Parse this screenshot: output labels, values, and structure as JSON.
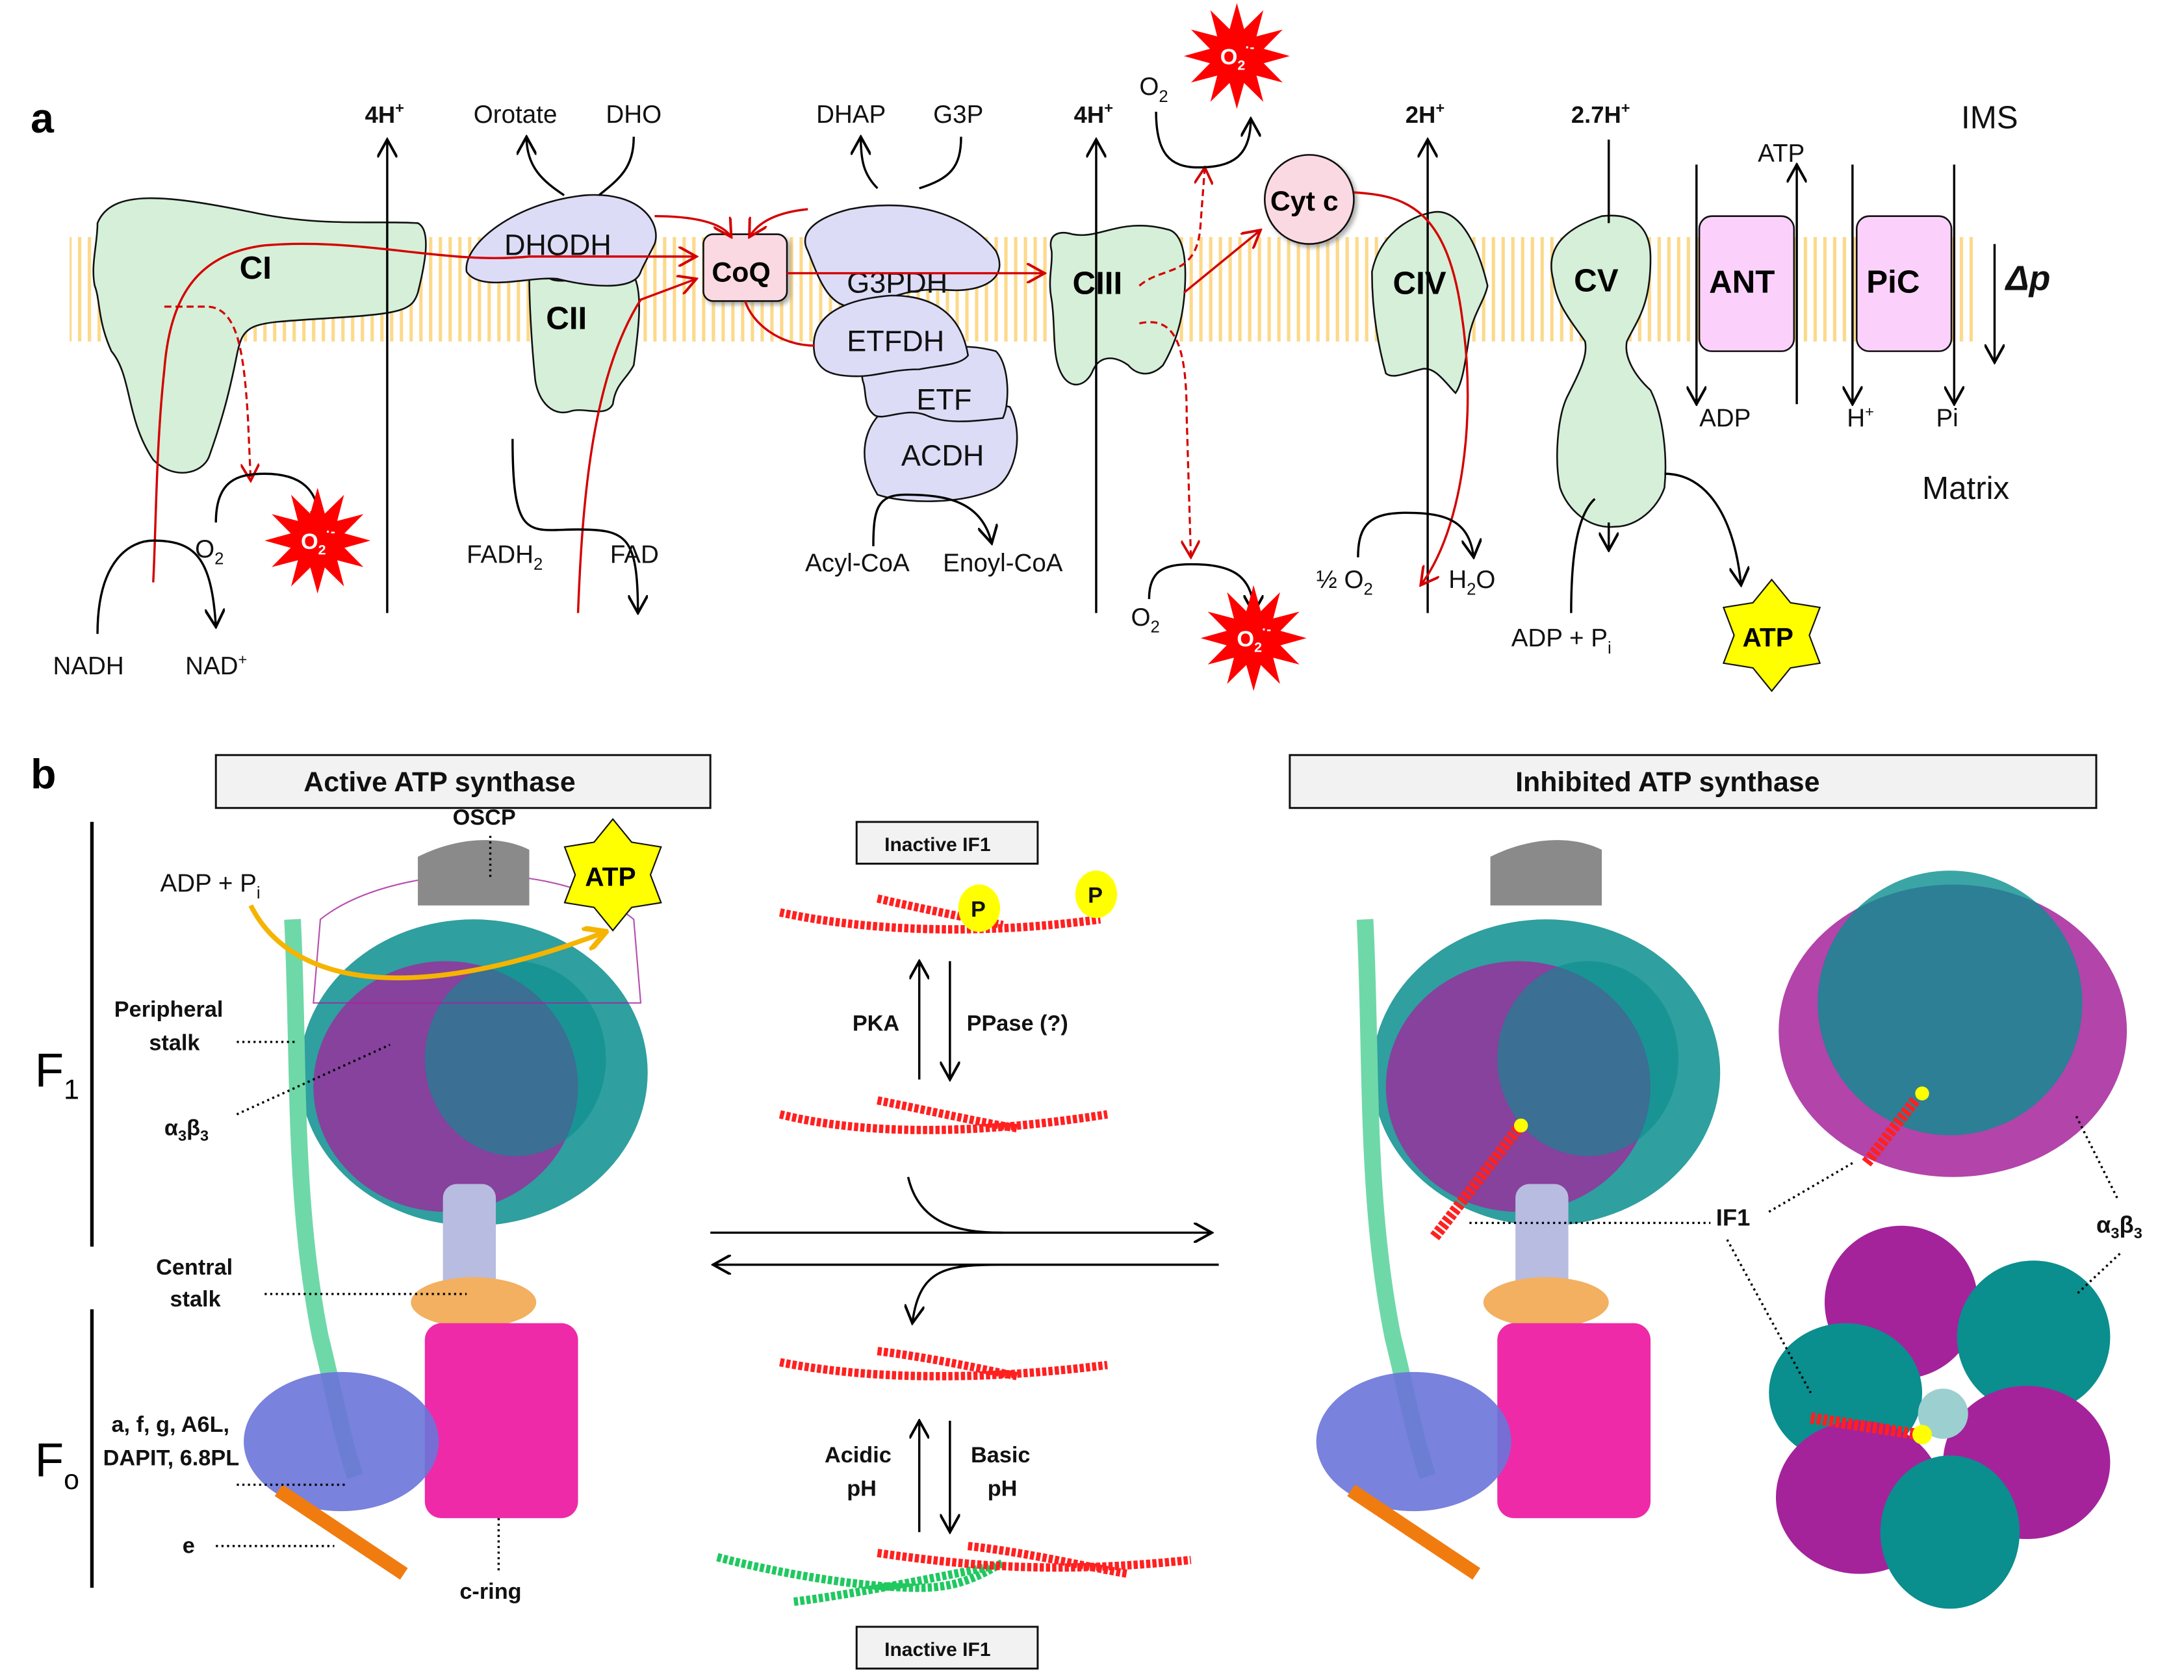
{
  "panel_a": {
    "letter": "a",
    "regions": {
      "ims": "IMS",
      "matrix": "Matrix",
      "delta_p": "Δp"
    },
    "colors": {
      "membrane": "#fcd98a",
      "complex_fill": "#d5efd8",
      "enzyme_fill": "#dcdcf7",
      "transporter_fill": "#fbd1fb",
      "coq_fill": "#fbd9e2",
      "electron_flow": "#d40000",
      "ros_burst": "#ff0000",
      "atp_star": "#ffff00"
    },
    "complexes": {
      "ci": "CI",
      "cii": "CII",
      "ciii": "CIII",
      "civ": "CIV",
      "cv": "CV",
      "ant": "ANT",
      "pic": "PiC",
      "coq": "CoQ",
      "cytc": "Cyt c"
    },
    "enzymes": {
      "dhodh": "DHODH",
      "g3pdh": "G3PDH",
      "etfdh": "ETFDH",
      "etf": "ETF",
      "acdh": "ACDH"
    },
    "proton_pumping": {
      "ci": "4H",
      "ciii": "4H",
      "civ": "2H",
      "cv": "2.7H",
      "plus": "+"
    },
    "metabolites": {
      "orotate": "Orotate",
      "dho": "DHO",
      "dhap": "DHAP",
      "g3p": "G3P",
      "nadh": "NADH",
      "nad_plus": "NAD",
      "fadh2": "FADH",
      "fadh2_sub": "2",
      "fad": "FAD",
      "acyl_coa": "Acyl-CoA",
      "enoyl_coa": "Enoyl-CoA",
      "o2": "O",
      "o2_sub": "2",
      "half_o2": "½ O",
      "h2o_h": "H",
      "h2o_sub": "2",
      "h2o_o": "O",
      "adp_pi": "ADP + P",
      "adp_pi_sub": "i",
      "atp_ims": "ATP",
      "adp_matrix": "ADP",
      "h_plus": "H",
      "pi": "Pi"
    },
    "ros_label": {
      "text": "O",
      "sub": "2",
      "sup": "·-"
    },
    "atp_star_label": "ATP"
  },
  "panel_b": {
    "letter": "b",
    "active_title": "Active ATP synthase",
    "inhibited_title": "Inhibited ATP synthase",
    "inactive_if1_top": "Inactive IF1",
    "inactive_if1_bottom": "Inactive IF1",
    "f1": {
      "main": "F",
      "sub": "1"
    },
    "fo": {
      "main": "F",
      "sub": "o"
    },
    "labels": {
      "oscp": "OSCP",
      "adp_pi": "ADP + P",
      "adp_pi_sub": "i",
      "atp": "ATP",
      "peripheral_stalk_1": "Peripheral",
      "peripheral_stalk_2": "stalk",
      "a3b3": "α",
      "a3b3_sub1": "3",
      "a3b3_beta": "β",
      "a3b3_sub2": "3",
      "central_stalk_1": "Central",
      "central_stalk_2": "stalk",
      "fo_subunits_1": "a, f, g, A6L,",
      "fo_subunits_2": "DAPIT, 6.8PL",
      "e": "e",
      "c_ring": "c-ring",
      "if1": "IF1",
      "a3b3_right": "α",
      "a3b3_right_sub1": "3",
      "a3b3_right_beta": "β",
      "a3b3_right_sub2": "3"
    },
    "regulation": {
      "pka": "PKA",
      "ppase": "PPase (?)",
      "phospho": "P",
      "acidic_1": "Acidic",
      "acidic_2": "pH",
      "basic_1": "Basic",
      "basic_2": "pH"
    },
    "colors": {
      "alpha": "#a4239b",
      "beta": "#0a8e8e",
      "if1": "#ff2020",
      "if1_green": "#20c860",
      "c_ring": "#ee2aa8",
      "peripheral": "#6fd8a8",
      "central": "#b8bce0",
      "central_orange": "#f2b060",
      "fo_blue": "#6a74d8",
      "e_orange": "#f07c10",
      "oscp_gray": "#8a8a8a",
      "atp_arrow": "#f5b400"
    }
  }
}
